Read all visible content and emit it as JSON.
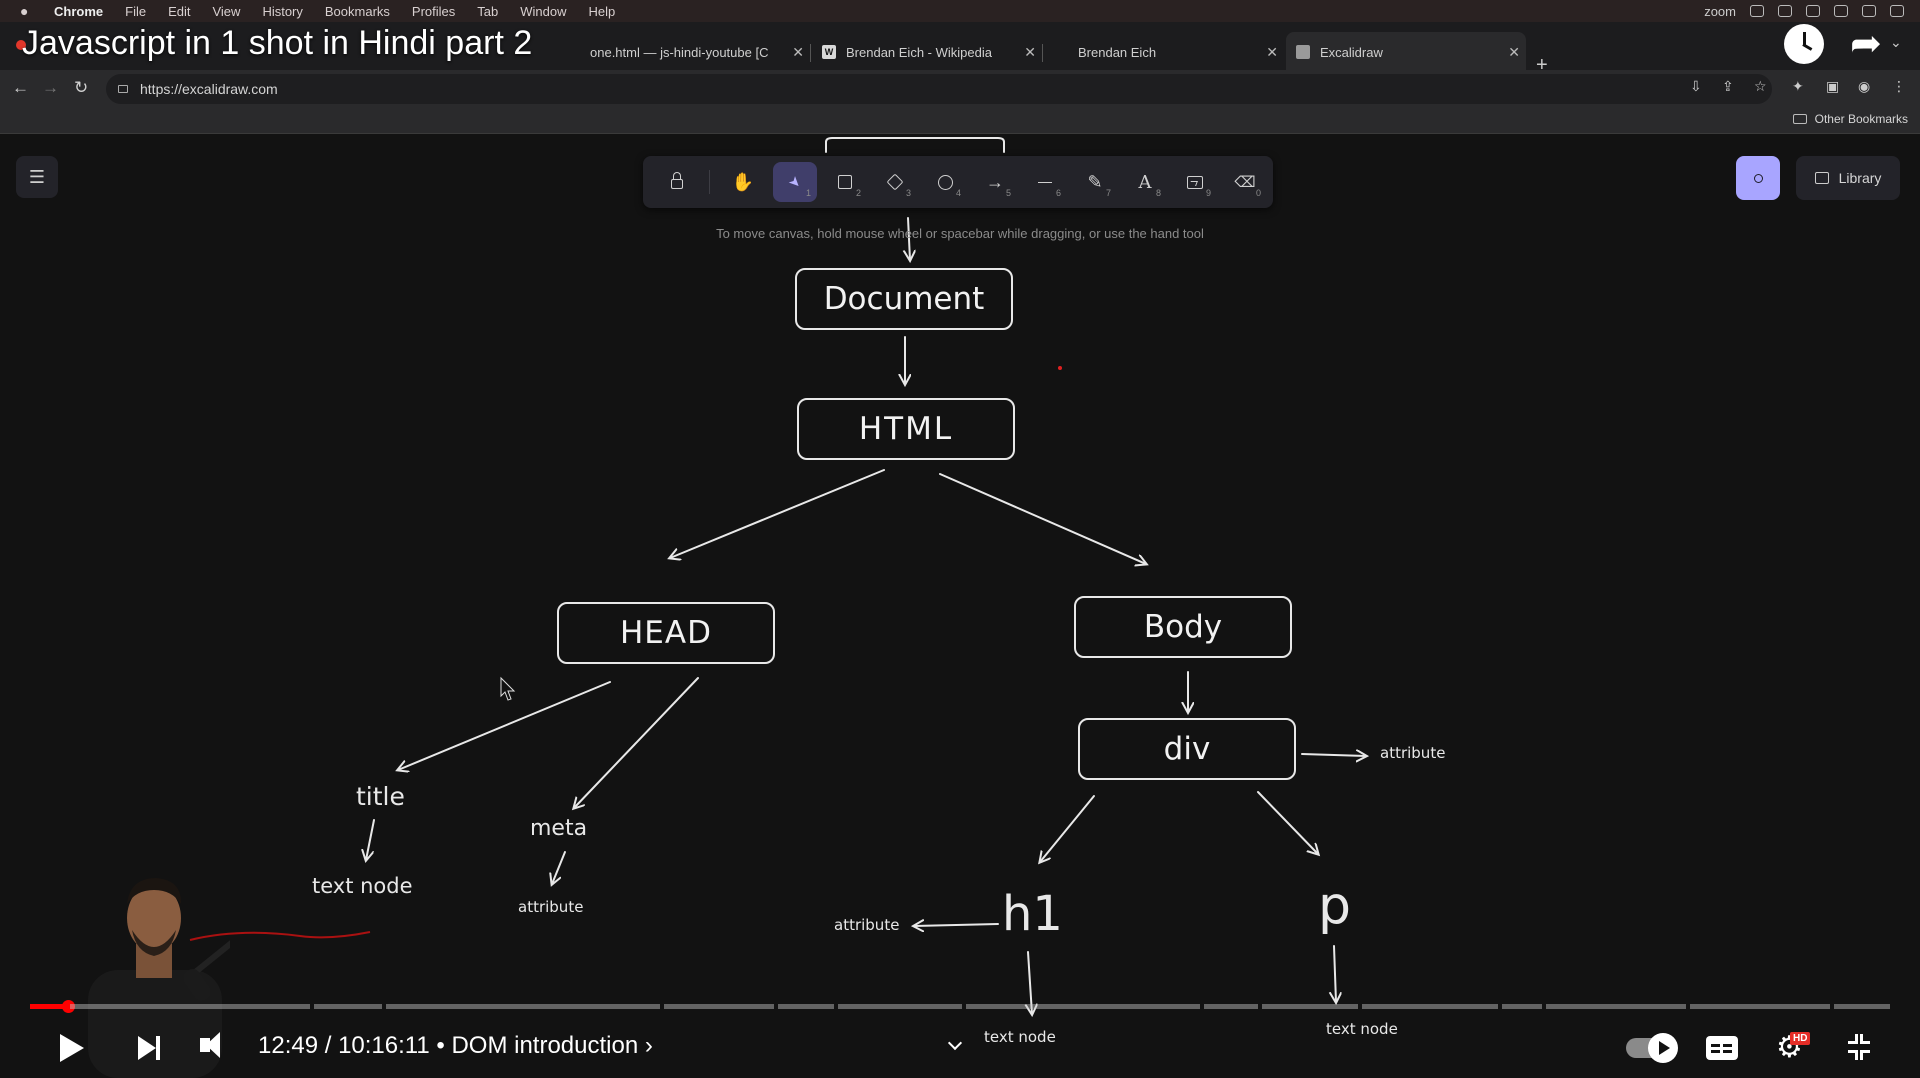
{
  "menubar": {
    "items": [
      "Chrome",
      "File",
      "Edit",
      "View",
      "History",
      "Bookmarks",
      "Profiles",
      "Tab",
      "Window",
      "Help"
    ],
    "right_zoom": "zoom"
  },
  "video": {
    "title": "Javascript in 1 shot in Hindi part 2",
    "time_current": "12:49",
    "time_total": "10:16:11",
    "timecode": "12:49 / 10:16:11",
    "chapter": "• DOM introduction ›",
    "hd": "HD"
  },
  "tabs": [
    {
      "label": "one.html — js-hindi-youtube [C",
      "favicon": "vscode-icon"
    },
    {
      "label": "Brendan Eich - Wikipedia",
      "favicon": "wikipedia-icon"
    },
    {
      "label": "Brendan Eich",
      "favicon": "google-icon"
    },
    {
      "label": "Excalidraw",
      "favicon": "excalidraw-icon"
    }
  ],
  "address": {
    "url": "https://excalidraw.com"
  },
  "bookmarks": {
    "other": "Other Bookmarks"
  },
  "excalidraw": {
    "hint": "To move canvas, hold mouse wheel or spacebar while dragging, or use the hand tool",
    "library": "Library",
    "tools": [
      {
        "name": "lock",
        "key": ""
      },
      {
        "name": "hand",
        "key": ""
      },
      {
        "name": "selection",
        "key": "1"
      },
      {
        "name": "rectangle",
        "key": "2"
      },
      {
        "name": "diamond",
        "key": "3"
      },
      {
        "name": "ellipse",
        "key": "4"
      },
      {
        "name": "arrow",
        "key": "5"
      },
      {
        "name": "line",
        "key": "6"
      },
      {
        "name": "draw",
        "key": "7"
      },
      {
        "name": "text",
        "key": "8"
      },
      {
        "name": "image",
        "key": "9"
      },
      {
        "name": "eraser",
        "key": "0"
      }
    ],
    "tool_glyphs": {
      "hand": "✋",
      "selection": "➤",
      "arrow": "→",
      "draw": "✎",
      "text": "A",
      "eraser": "⌫"
    }
  },
  "diagram": {
    "document": "Document",
    "html": "HTML",
    "head": "HEAD",
    "body": "Body",
    "div": "div",
    "title": "title",
    "meta": "meta",
    "h1": "h1",
    "p": "p",
    "text_node_title": "text node",
    "attribute_meta": "attribute",
    "attribute_div": "attribute",
    "attribute_h1": "attribute",
    "text_node_h1": "text node",
    "text_node_p": "text node"
  },
  "colors": {
    "canvas_bg": "#121212",
    "toolbar_bg": "#232329",
    "active_tool": "#403e6a",
    "accent": "#a8a5ff",
    "progress_played": "#ff0000"
  }
}
